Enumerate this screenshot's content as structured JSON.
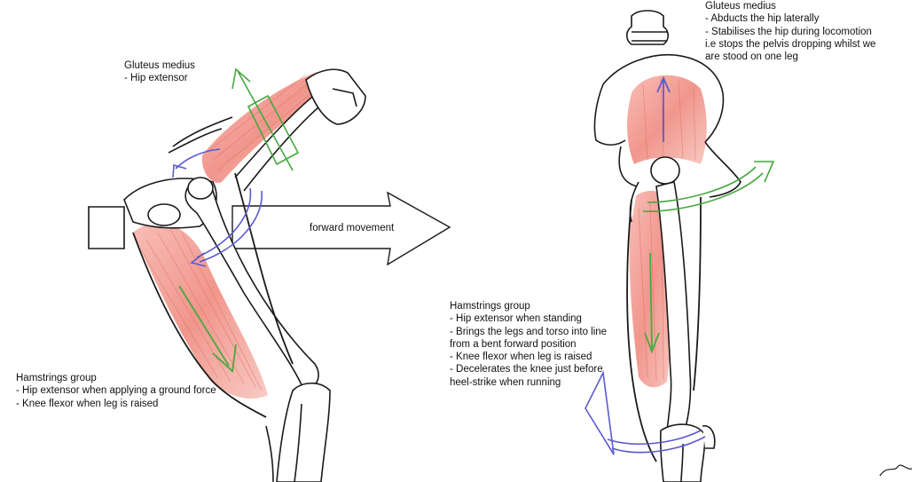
{
  "labels": {
    "glute_left": {
      "title": "Gluteus medius",
      "lines": [
        "- Hip extensor"
      ]
    },
    "ham_left": {
      "title": "Hamstrings group",
      "lines": [
        "- Hip extensor when applying a ground force",
        "- Knee flexor when leg is raised"
      ]
    },
    "forward": "forward movement",
    "glute_right": {
      "title": "Gluteus medius",
      "lines": [
        "- Abducts the hip laterally",
        "- Stabilises the hip during locomotion",
        "i.e stops the pelvis dropping whilst we",
        "are stood on one leg"
      ]
    },
    "ham_right": {
      "title": "Hamstrings group",
      "lines": [
        "- Hip extensor when standing",
        "- Brings the legs and torso into line",
        "from a bent forward position",
        "- Knee flexor when leg is raised",
        "- Decelerates the knee just before",
        "heel-strike when running"
      ]
    }
  },
  "colors": {
    "outline": "#1a1a1a",
    "muscle": "#f2a39a",
    "muscle_line": "#e2675c",
    "green_arrow": "#47a83f",
    "blue_arrow": "#5a5ad2",
    "background": "#ffffff"
  }
}
